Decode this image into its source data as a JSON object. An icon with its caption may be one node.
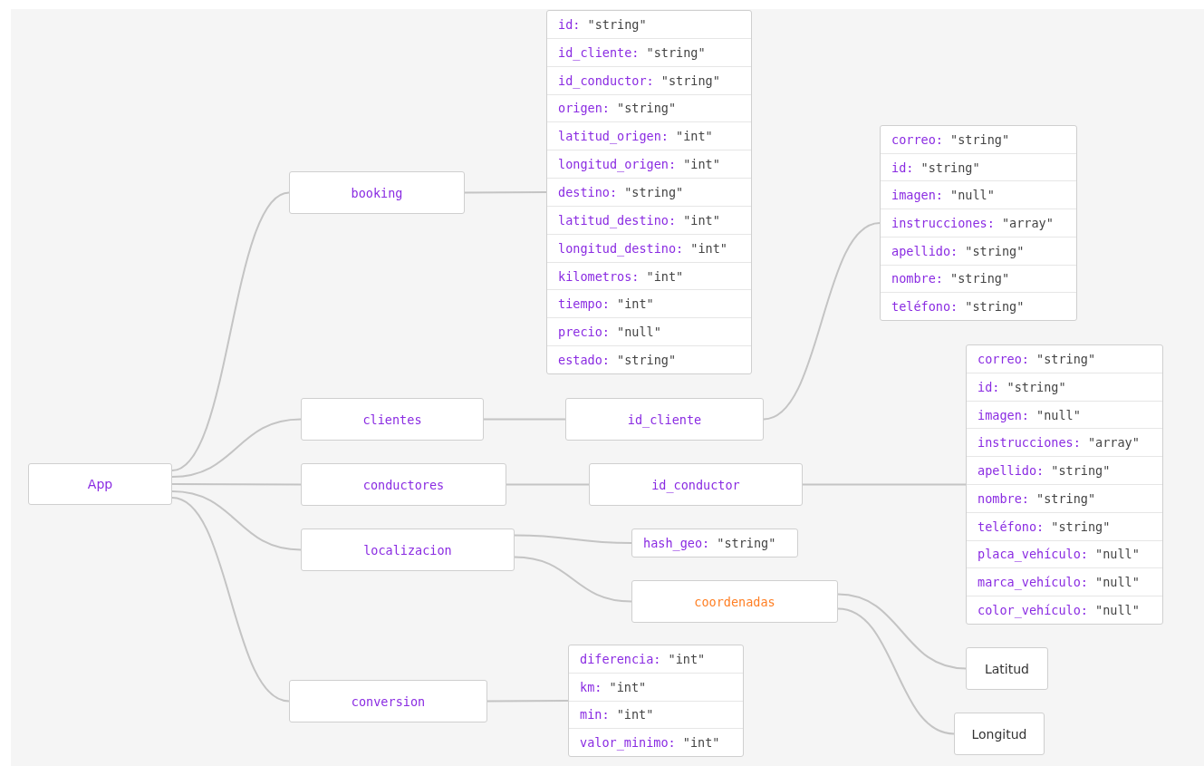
{
  "diagram": {
    "nodes": [
      {
        "text": [
          "App"
        ]
      },
      {
        "text": [
          "booking"
        ]
      },
      {
        "text": [
          "id: \"string\"",
          "id_cliente: \"string\"",
          "id_conductor: \"string\"",
          "origen: \"string\"",
          "latitud_origen: \"int\"",
          "longitud_origen: \"int\"",
          "destino: \"string\"",
          "latitud_destino: \"int\"",
          "longitud_destino: \"int\"",
          "kilometros: \"int\"",
          "tiempo: \"int\"",
          "precio: \"null\"",
          "estado: \"string\""
        ]
      },
      {
        "text": [
          "clientes"
        ]
      },
      {
        "text": [
          "id_cliente"
        ]
      },
      {
        "text": [
          "correo: \"string\"",
          "id: \"string\"",
          "imagen: \"null\"",
          "instrucciones: \"array\"",
          "apellido: \"string\"",
          "nombre: \"string\"",
          "teléfono: \"string\""
        ]
      },
      {
        "text": [
          "conductores"
        ]
      },
      {
        "text": [
          "id_conductor"
        ]
      },
      {
        "text": [
          "correo: \"string\"",
          "id: \"string\"",
          "imagen: \"null\"",
          "instrucciones: \"array\"",
          "apellido: \"string\"",
          "nombre: \"string\"",
          "teléfono: \"string\"",
          "placa_vehículo: \"null\"",
          "marca_vehículo: \"null\"",
          "color_vehículo: \"null\""
        ]
      },
      {
        "text": [
          "localizacion"
        ]
      },
      {
        "text": [
          "hash_geo: \"string\""
        ]
      },
      {
        "text": [
          "coordenadas"
        ]
      },
      {
        "text": [
          "Latitud"
        ]
      },
      {
        "text": [
          "Longitud"
        ]
      },
      {
        "text": [
          "conversion"
        ]
      },
      {
        "text": [
          "diferencia: \"int\"",
          "km: \"int\"",
          "min: \"int\"",
          "valor_minimo: \"int\""
        ]
      }
    ],
    "edges": [
      {
        "from": 0,
        "to": 1,
        "arrow": "none"
      },
      {
        "from": 0,
        "to": 3,
        "arrow": "none"
      },
      {
        "from": 0,
        "to": 6,
        "arrow": "none"
      },
      {
        "from": 0,
        "to": 9,
        "arrow": "none"
      },
      {
        "from": 0,
        "to": 14,
        "arrow": "none"
      },
      {
        "from": 1,
        "to": 2,
        "arrow": "none"
      },
      {
        "from": 3,
        "to": 4,
        "arrow": "none"
      },
      {
        "from": 4,
        "to": 5,
        "arrow": "none"
      },
      {
        "from": 6,
        "to": 7,
        "arrow": "none"
      },
      {
        "from": 7,
        "to": 8,
        "arrow": "none"
      },
      {
        "from": 9,
        "to": 10,
        "arrow": "none"
      },
      {
        "from": 9,
        "to": 11,
        "arrow": "none"
      },
      {
        "from": 11,
        "to": 12,
        "arrow": "none"
      },
      {
        "from": 11,
        "to": 13,
        "arrow": "none"
      },
      {
        "from": 14,
        "to": 15,
        "arrow": "none"
      }
    ]
  }
}
